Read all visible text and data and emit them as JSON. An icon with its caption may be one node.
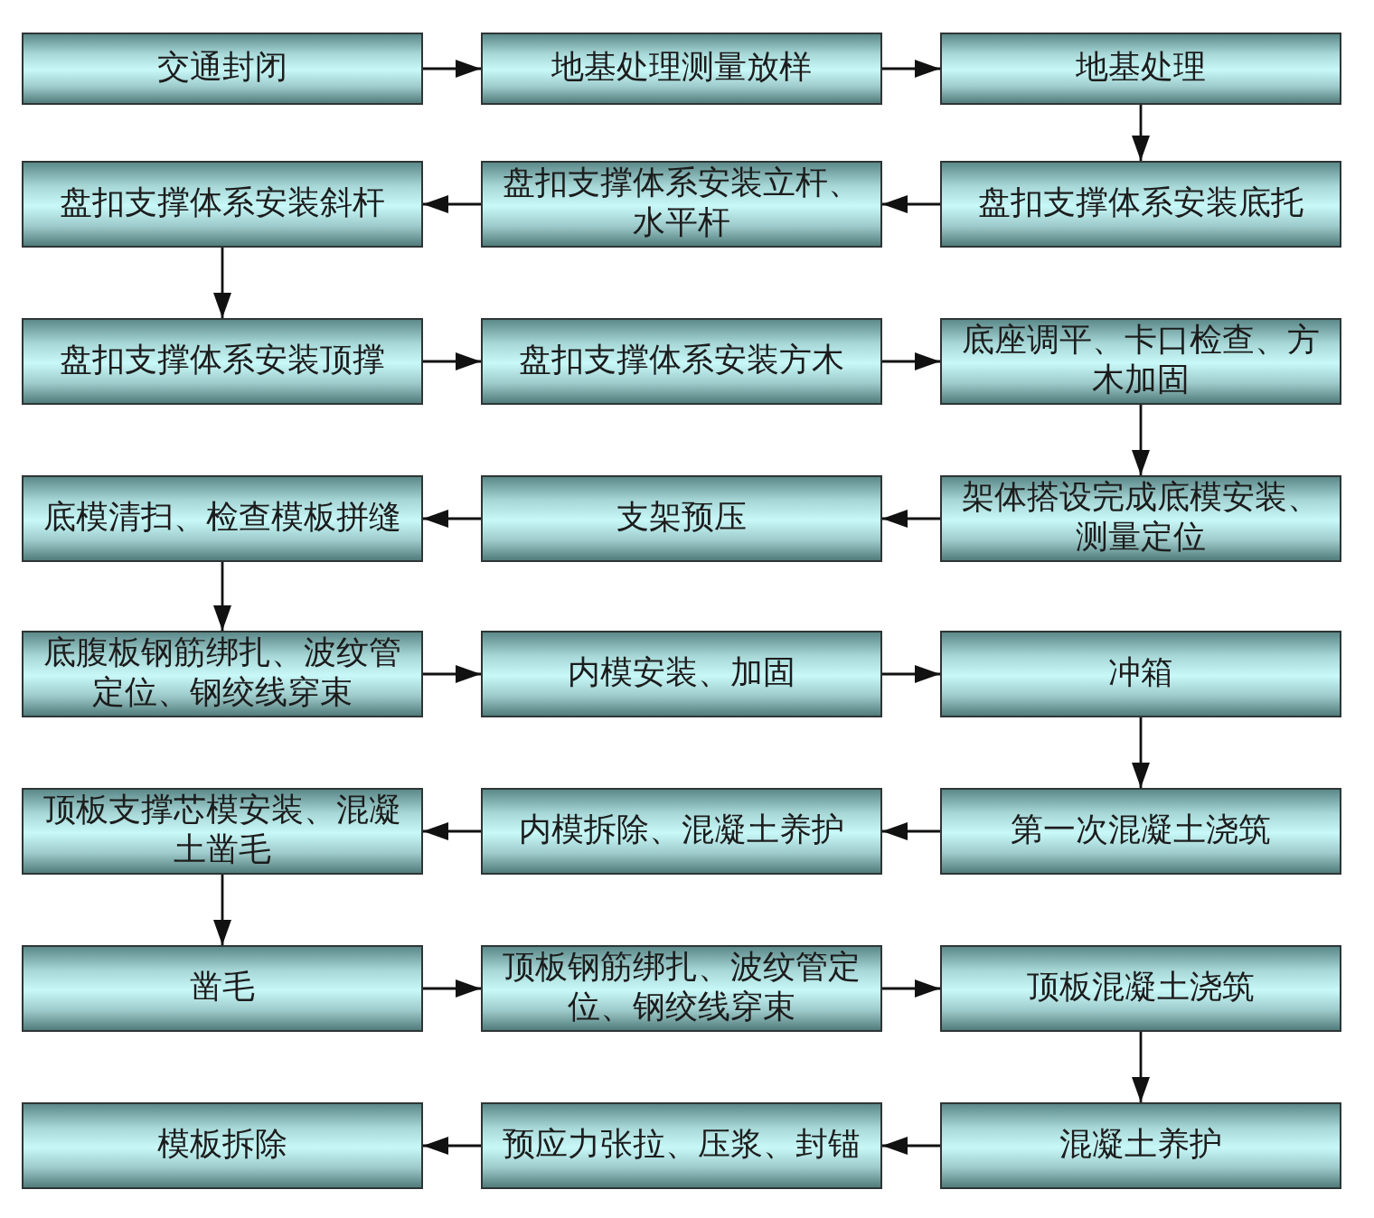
{
  "diagram": {
    "nodes": [
      {
        "text": [
          "交通封闭"
        ]
      },
      {
        "text": [
          "地基处理测量放样"
        ]
      },
      {
        "text": [
          "地基处理"
        ]
      },
      {
        "text": [
          "盘扣支撑体系安装斜杆"
        ]
      },
      {
        "text": [
          "盘扣支撑体系安装立杆、水平杆"
        ]
      },
      {
        "text": [
          "盘扣支撑体系安装底托"
        ]
      },
      {
        "text": [
          "盘扣支撑体系安装顶撑"
        ]
      },
      {
        "text": [
          "盘扣支撑体系安装方木"
        ]
      },
      {
        "text": [
          "底座调平、卡口检查、方木加固"
        ]
      },
      {
        "text": [
          "底模清扫、检查模板拼缝"
        ]
      },
      {
        "text": [
          "支架预压"
        ]
      },
      {
        "text": [
          "架体搭设完成底模安装、测量定位"
        ]
      },
      {
        "text": [
          "底腹板钢筋绑扎、波纹管定位、钢绞线穿束"
        ]
      },
      {
        "text": [
          "内模安装、加固"
        ]
      },
      {
        "text": [
          "冲箱"
        ]
      },
      {
        "text": [
          "顶板支撑芯模安装、混凝土凿毛"
        ]
      },
      {
        "text": [
          "内模拆除、混凝土养护"
        ]
      },
      {
        "text": [
          "第一次混凝土浇筑"
        ]
      },
      {
        "text": [
          "凿毛"
        ]
      },
      {
        "text": [
          "顶板钢筋绑扎、波纹管定位、钢绞线穿束"
        ]
      },
      {
        "text": [
          "顶板混凝土浇筑"
        ]
      },
      {
        "text": [
          "模板拆除"
        ]
      },
      {
        "text": [
          "预应力张拉、压浆、封锚"
        ]
      },
      {
        "text": [
          "混凝土养护"
        ]
      }
    ],
    "edges": [
      {
        "from": 0,
        "to": 1,
        "arrow": "to"
      },
      {
        "from": 1,
        "to": 2,
        "arrow": "to"
      },
      {
        "from": 2,
        "to": 5,
        "arrow": "to"
      },
      {
        "from": 5,
        "to": 4,
        "arrow": "to"
      },
      {
        "from": 4,
        "to": 3,
        "arrow": "to"
      },
      {
        "from": 3,
        "to": 6,
        "arrow": "to"
      },
      {
        "from": 6,
        "to": 7,
        "arrow": "to"
      },
      {
        "from": 7,
        "to": 8,
        "arrow": "to"
      },
      {
        "from": 8,
        "to": 11,
        "arrow": "to"
      },
      {
        "from": 11,
        "to": 10,
        "arrow": "to"
      },
      {
        "from": 10,
        "to": 9,
        "arrow": "to"
      },
      {
        "from": 9,
        "to": 12,
        "arrow": "to"
      },
      {
        "from": 12,
        "to": 13,
        "arrow": "to"
      },
      {
        "from": 13,
        "to": 14,
        "arrow": "to"
      },
      {
        "from": 14,
        "to": 17,
        "arrow": "to"
      },
      {
        "from": 17,
        "to": 16,
        "arrow": "to"
      },
      {
        "from": 16,
        "to": 15,
        "arrow": "to"
      },
      {
        "from": 15,
        "to": 18,
        "arrow": "to"
      },
      {
        "from": 18,
        "to": 19,
        "arrow": "to"
      },
      {
        "from": 19,
        "to": 20,
        "arrow": "to"
      },
      {
        "from": 20,
        "to": 23,
        "arrow": "to"
      },
      {
        "from": 23,
        "to": 22,
        "arrow": "to"
      },
      {
        "from": 22,
        "to": 21,
        "arrow": "to"
      }
    ]
  }
}
